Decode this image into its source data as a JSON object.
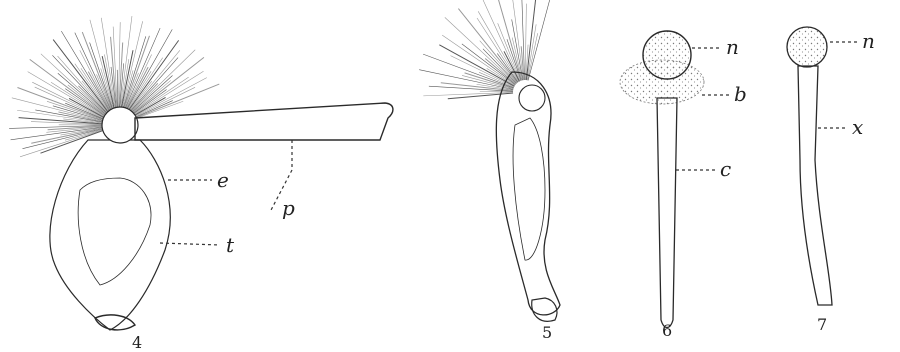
{
  "figures": [
    {
      "number": "4",
      "labels": [
        "e",
        "p",
        "t"
      ]
    },
    {
      "number": "5",
      "labels": []
    },
    {
      "number": "6",
      "labels": [
        "n",
        "b",
        "c"
      ]
    },
    {
      "number": "7",
      "labels": [
        "n",
        "x"
      ]
    }
  ],
  "colors": {
    "ink": "#2a2a2a",
    "paper": "#ffffff",
    "shade": "#9a9a9a"
  }
}
